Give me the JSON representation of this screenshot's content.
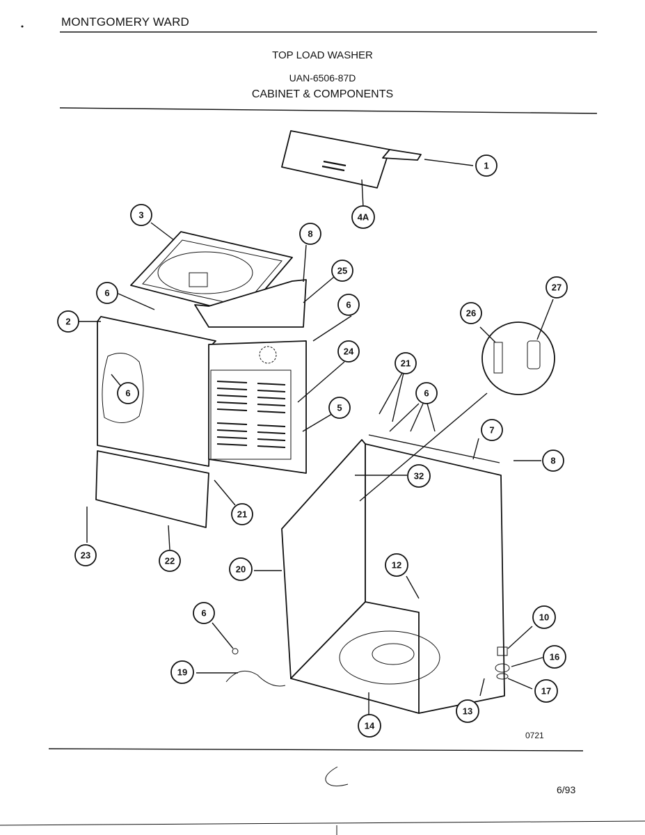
{
  "header": {
    "brand": "MONTGOMERY WARD",
    "title": "TOP LOAD WASHER",
    "model": "UAN-6506-87D",
    "section": "CABINET & COMPONENTS"
  },
  "footer": {
    "drawing_number": "0721",
    "date": "6/93"
  },
  "callouts": [
    {
      "id": "c1",
      "label": "1"
    },
    {
      "id": "c4a",
      "label": "4A"
    },
    {
      "id": "c3",
      "label": "3"
    },
    {
      "id": "c8a",
      "label": "8"
    },
    {
      "id": "c25",
      "label": "25"
    },
    {
      "id": "c6a",
      "label": "6"
    },
    {
      "id": "c6b",
      "label": "6"
    },
    {
      "id": "c2",
      "label": "2"
    },
    {
      "id": "c24",
      "label": "24"
    },
    {
      "id": "c6c",
      "label": "6"
    },
    {
      "id": "c5",
      "label": "5"
    },
    {
      "id": "c26",
      "label": "26"
    },
    {
      "id": "c27",
      "label": "27"
    },
    {
      "id": "c21a",
      "label": "21"
    },
    {
      "id": "c6d",
      "label": "6"
    },
    {
      "id": "c7",
      "label": "7"
    },
    {
      "id": "c8b",
      "label": "8"
    },
    {
      "id": "c32",
      "label": "32"
    },
    {
      "id": "c21b",
      "label": "21"
    },
    {
      "id": "c23",
      "label": "23"
    },
    {
      "id": "c22",
      "label": "22"
    },
    {
      "id": "c20",
      "label": "20"
    },
    {
      "id": "c12",
      "label": "12"
    },
    {
      "id": "c6e",
      "label": "6"
    },
    {
      "id": "c19",
      "label": "19"
    },
    {
      "id": "c10",
      "label": "10"
    },
    {
      "id": "c16",
      "label": "16"
    },
    {
      "id": "c17",
      "label": "17"
    },
    {
      "id": "c13",
      "label": "13"
    },
    {
      "id": "c14",
      "label": "14"
    }
  ]
}
